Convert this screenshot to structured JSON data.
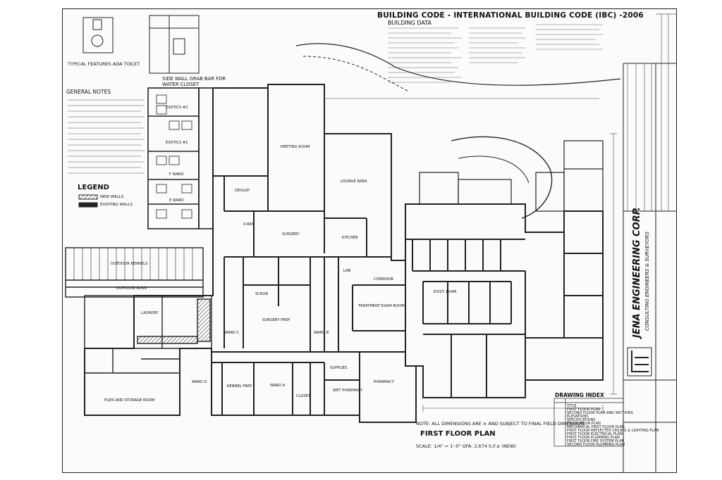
{
  "header": {
    "code_title": "BUILDING CODE - INTERNATIONAL BUILDING CODE (IBC) -2006",
    "building_data": "BUILDING DATA"
  },
  "left_panel": {
    "ada_label": "TYPICAL FEATURES ADA TOILET",
    "grab_bar_label_1": "SIDE WALL GRAB BAR FOR",
    "grab_bar_label_2": "WATER CLOSET",
    "general_notes": "GENERAL NOTES",
    "legend_title": "LEGEND",
    "legend_new": "NEW WALLS",
    "legend_existing": "EXISTING WALLS"
  },
  "rooms": {
    "exotics2": "EXOTICS #2",
    "exotics1": "EXOTICS #1",
    "fward": "F WARD",
    "eward": "E WARD",
    "meeting": "MEETING ROOM",
    "lounge": "LOUNGE AREA",
    "develop": "DEVLOP",
    "xray": "X-RAY",
    "surgery": "SURGERY",
    "kitchen": "KITCHEN",
    "outdoor_kennels": "OUTDOOR KENNELS",
    "outdoor_runs": "OUTDOOR RUNS",
    "laundry": "LAUNDRY",
    "scrub": "SCRUB",
    "surgery_prep": "SURGERY PREP",
    "treatment": "TREATMENT EXAM ROOM",
    "lab": "LAB",
    "corridor": "CORRIDOR",
    "files": "FILES AND STORAGE ROOM",
    "kennel_prep": "KENNEL PREP",
    "supplies": "SUPPLIES",
    "wet_pharmacy": "WET PHARMACY",
    "pharmacy": "PHARMACY",
    "closet": "CLOSET",
    "ward_d": "WARD D",
    "ward_c": "WARD C",
    "ward_b": "WARD B",
    "ward_a": "WARD A",
    "exist_exam": "EXIST. EXAM"
  },
  "footer": {
    "note": "NOTE: ALL DIMENSIONS ARE ± AND SUBJECT TO FINAL FIELD DIMENSION.",
    "plan_title": "FIRST FLOOR PLAN",
    "scale": "SCALE: 1/4\" = 1'-0\"     GFA: 2,674 S.F.± (NEW)"
  },
  "drawing_index": {
    "title": "DRAWING INDEX",
    "items": [
      "TITLE",
      "FIRST FLOOR PLAN",
      "SECOND FLOOR PLAN AND SECTIONS",
      "ELEVATIONS",
      "SPECIFICATIONS",
      "FOUNDATION PLAN",
      "MECHANICAL FIRST FLOOR PLAN",
      "FIRST FLOOR REFLECTED CEILING & LIGHTING PLAN",
      "FIRST FLOOR ELECTRICAL PLAN",
      "FIRST FLOOR PLUMBING PLAN",
      "FIRST FLOOR FIRE SYSTEM PLAN",
      "SECOND FLOOR PLUMBING PLAN"
    ]
  },
  "title_block": {
    "firm": "JENA ENGINEERING CORP.",
    "tagline": "CONSULTING ENGINEERS & SURVEYORS"
  }
}
